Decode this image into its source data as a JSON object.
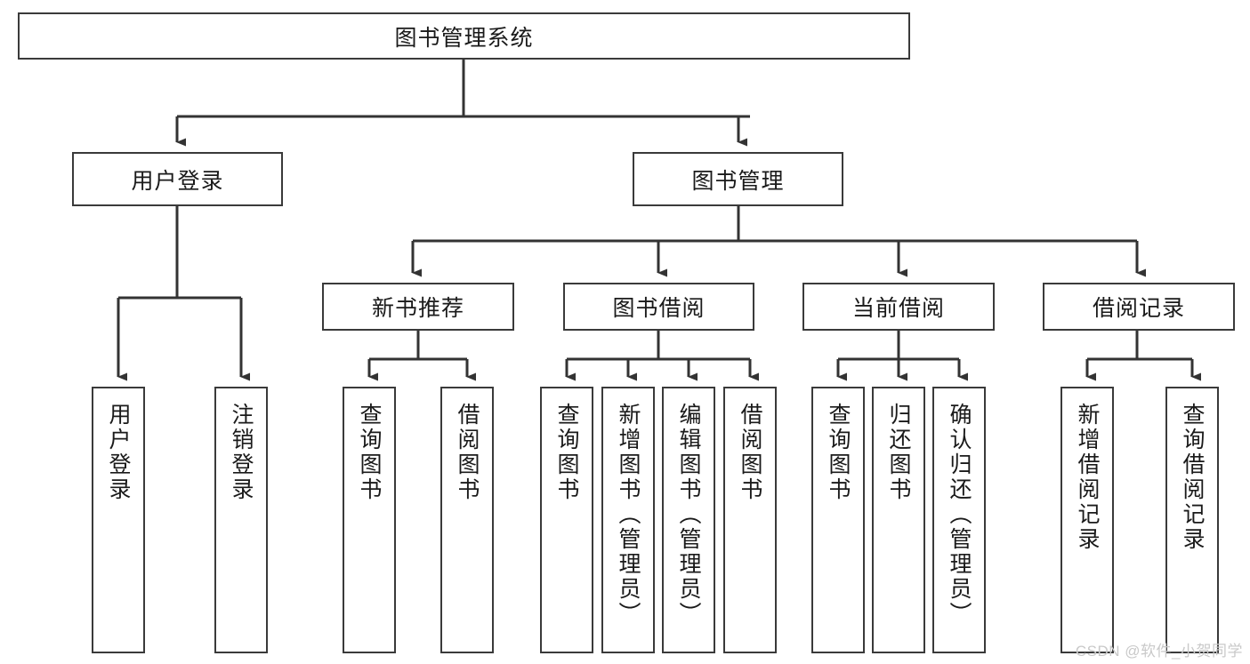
{
  "diagram": {
    "type": "tree-hierarchy",
    "title": "图书管理系统",
    "root": {
      "id": "root",
      "label": "图书管理系统"
    },
    "level2": [
      {
        "id": "user-login",
        "label": "用户登录"
      },
      {
        "id": "book-manage",
        "label": "图书管理"
      }
    ],
    "level3": [
      {
        "id": "new-book-rec",
        "label": "新书推荐",
        "parent": "book-manage"
      },
      {
        "id": "book-borrow",
        "label": "图书借阅",
        "parent": "book-manage"
      },
      {
        "id": "current-borrow",
        "label": "当前借阅",
        "parent": "book-manage"
      },
      {
        "id": "borrow-record",
        "label": "借阅记录",
        "parent": "book-manage"
      }
    ],
    "leaves": [
      {
        "id": "leaf-user-login",
        "label": "用户登录",
        "parent": "user-login"
      },
      {
        "id": "leaf-user-logout",
        "label": "注销登录",
        "parent": "user-login"
      },
      {
        "id": "leaf-query-book-1",
        "label": "查询图书",
        "parent": "new-book-rec"
      },
      {
        "id": "leaf-borrow-book-1",
        "label": "借阅图书",
        "parent": "new-book-rec"
      },
      {
        "id": "leaf-query-book-2",
        "label": "查询图书",
        "parent": "book-borrow"
      },
      {
        "id": "leaf-add-book",
        "label": "新增图书（管理员）",
        "parent": "book-borrow"
      },
      {
        "id": "leaf-edit-book",
        "label": "编辑图书（管理员）",
        "parent": "book-borrow"
      },
      {
        "id": "leaf-borrow-book-2",
        "label": "借阅图书",
        "parent": "book-borrow"
      },
      {
        "id": "leaf-query-book-3",
        "label": "查询图书",
        "parent": "current-borrow"
      },
      {
        "id": "leaf-return-book",
        "label": "归还图书",
        "parent": "current-borrow"
      },
      {
        "id": "leaf-confirm-return",
        "label": "确认归还（管理员）",
        "parent": "current-borrow"
      },
      {
        "id": "leaf-add-record",
        "label": "新增借阅记录",
        "parent": "borrow-record"
      },
      {
        "id": "leaf-query-record",
        "label": "查询借阅记录",
        "parent": "borrow-record"
      }
    ],
    "colors": {
      "box_border": "#3a3a3a",
      "box_fill": "#ffffff",
      "edge": "#333333",
      "text": "#1a1a1a",
      "watermark": "#c9c9c9"
    }
  },
  "watermark": {
    "text": "CSDN @软件_小贺同学"
  }
}
